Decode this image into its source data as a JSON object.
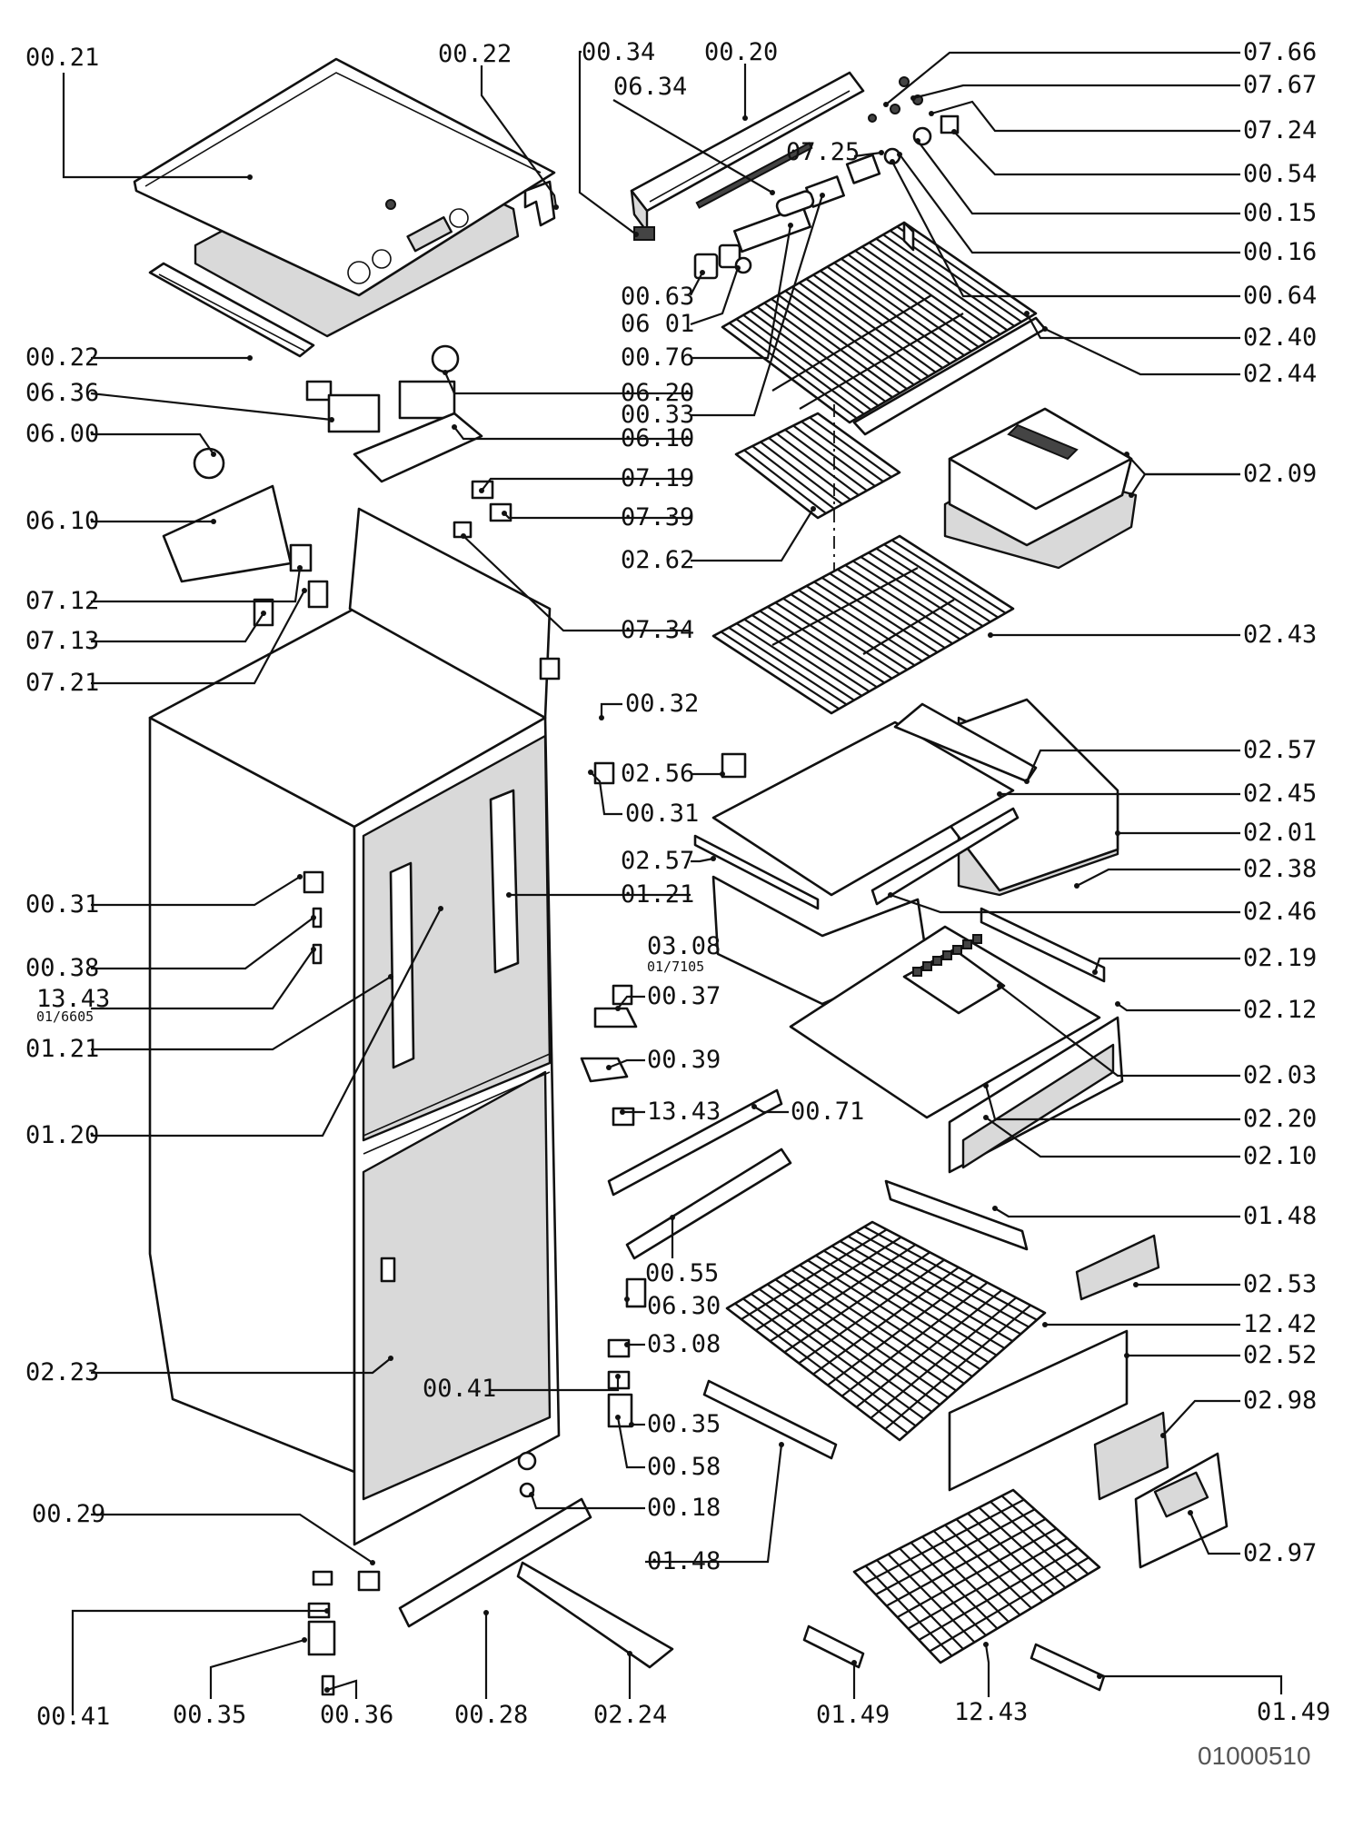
{
  "diagram": {
    "document_id": "01000510",
    "labels": [
      {
        "id": "00.21",
        "text": "00.21"
      },
      {
        "id": "00.22a",
        "text": "00.22"
      },
      {
        "id": "00.34",
        "text": "00.34"
      },
      {
        "id": "06.34",
        "text": "06.34"
      },
      {
        "id": "00.20",
        "text": "00.20"
      },
      {
        "id": "07.66",
        "text": "07.66"
      },
      {
        "id": "07.67",
        "text": "07.67"
      },
      {
        "id": "07.24",
        "text": "07.24"
      },
      {
        "id": "07.25",
        "text": "07.25"
      },
      {
        "id": "00.54",
        "text": "00.54"
      },
      {
        "id": "00.15",
        "text": "00.15"
      },
      {
        "id": "00.16",
        "text": "00.16"
      },
      {
        "id": "00.63",
        "text": "00.63"
      },
      {
        "id": "06.01",
        "text": "06 01"
      },
      {
        "id": "00.64",
        "text": "00.64"
      },
      {
        "id": "02.40",
        "text": "02.40"
      },
      {
        "id": "00.76",
        "text": "00.76"
      },
      {
        "id": "02.44",
        "text": "02.44"
      },
      {
        "id": "00.22b",
        "text": "00.22"
      },
      {
        "id": "06.36",
        "text": "06.36"
      },
      {
        "id": "06.20",
        "text": "06.20"
      },
      {
        "id": "00.33",
        "text": "00.33"
      },
      {
        "id": "06.00",
        "text": "06.00"
      },
      {
        "id": "06.10a",
        "text": "06.10"
      },
      {
        "id": "07.19",
        "text": "07.19"
      },
      {
        "id": "02.09",
        "text": "02.09"
      },
      {
        "id": "06.10b",
        "text": "06.10"
      },
      {
        "id": "07.39",
        "text": "07.39"
      },
      {
        "id": "02.62",
        "text": "02.62"
      },
      {
        "id": "07.12",
        "text": "07.12"
      },
      {
        "id": "07.34",
        "text": "07.34"
      },
      {
        "id": "02.43",
        "text": "02.43"
      },
      {
        "id": "07.13",
        "text": "07.13"
      },
      {
        "id": "07.21",
        "text": "07.21"
      },
      {
        "id": "00.32",
        "text": "00.32"
      },
      {
        "id": "02.57a",
        "text": "02.57"
      },
      {
        "id": "02.56",
        "text": "02.56"
      },
      {
        "id": "02.45",
        "text": "02.45"
      },
      {
        "id": "00.31a",
        "text": "00.31"
      },
      {
        "id": "02.01",
        "text": "02.01"
      },
      {
        "id": "02.57b",
        "text": "02.57"
      },
      {
        "id": "02.38",
        "text": "02.38"
      },
      {
        "id": "00.31b",
        "text": "00.31"
      },
      {
        "id": "01.21a",
        "text": "01.21"
      },
      {
        "id": "02.46",
        "text": "02.46"
      },
      {
        "id": "03.08a",
        "text": "03.08"
      },
      {
        "id": "03.08a_sub",
        "text": "01/7105"
      },
      {
        "id": "02.19",
        "text": "02.19"
      },
      {
        "id": "00.38",
        "text": "00.38"
      },
      {
        "id": "00.37",
        "text": "00.37"
      },
      {
        "id": "13.43a",
        "text": "13.43"
      },
      {
        "id": "13.43a_sub",
        "text": "01/6605"
      },
      {
        "id": "02.12",
        "text": "02.12"
      },
      {
        "id": "01.21b",
        "text": "01.21"
      },
      {
        "id": "00.39",
        "text": "00.39"
      },
      {
        "id": "02.03",
        "text": "02.03"
      },
      {
        "id": "13.43b",
        "text": "13.43"
      },
      {
        "id": "00.71",
        "text": "00.71"
      },
      {
        "id": "02.20",
        "text": "02.20"
      },
      {
        "id": "01.20",
        "text": "01.20"
      },
      {
        "id": "02.10",
        "text": "02.10"
      },
      {
        "id": "01.48a",
        "text": "01.48"
      },
      {
        "id": "00.55",
        "text": "00.55"
      },
      {
        "id": "02.53",
        "text": "02.53"
      },
      {
        "id": "06.30",
        "text": "06.30"
      },
      {
        "id": "12.42",
        "text": "12.42"
      },
      {
        "id": "03.08b",
        "text": "03.08"
      },
      {
        "id": "02.52",
        "text": "02.52"
      },
      {
        "id": "02.23",
        "text": "02.23"
      },
      {
        "id": "00.41a",
        "text": "00.41"
      },
      {
        "id": "02.98",
        "text": "02.98"
      },
      {
        "id": "00.35a",
        "text": "00.35"
      },
      {
        "id": "00.58",
        "text": "00.58"
      },
      {
        "id": "00.18",
        "text": "00.18"
      },
      {
        "id": "00.29",
        "text": "00.29"
      },
      {
        "id": "02.97",
        "text": "02.97"
      },
      {
        "id": "01.48b",
        "text": "01.48"
      },
      {
        "id": "00.41b",
        "text": "00.41"
      },
      {
        "id": "00.35b",
        "text": "00.35"
      },
      {
        "id": "00.36",
        "text": "00.36"
      },
      {
        "id": "00.28",
        "text": "00.28"
      },
      {
        "id": "02.24",
        "text": "02.24"
      },
      {
        "id": "01.49a",
        "text": "01.49"
      },
      {
        "id": "12.43",
        "text": "12.43"
      },
      {
        "id": "01.49b",
        "text": "01.49"
      }
    ]
  }
}
